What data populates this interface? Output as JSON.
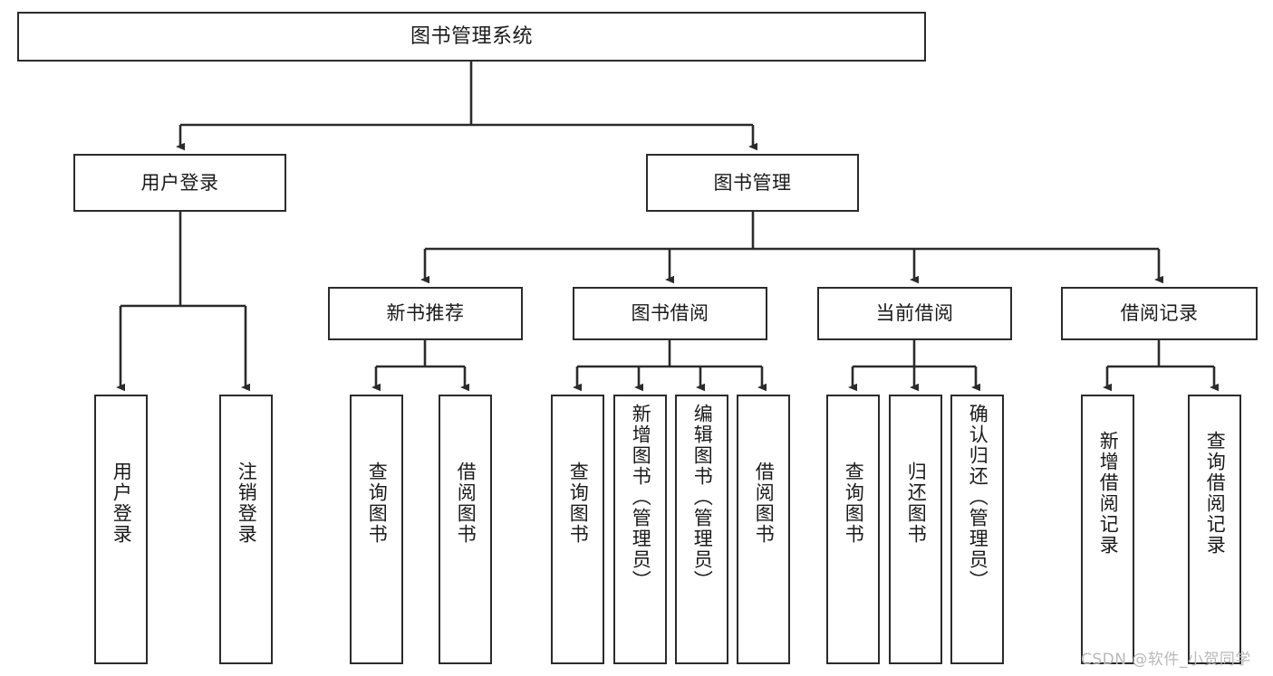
{
  "diagram": {
    "title": "图书管理系统",
    "type": "tree-hierarchy-chart",
    "watermark": "CSDN @软件_小贺同学",
    "line_color": "#2b2b2b",
    "box_fill": "#ffffff",
    "text_color": "#1a1a1a",
    "watermark_color": "#b9b9b9"
  },
  "nodes": {
    "root": {
      "label": "图书管理系统"
    },
    "level2": [
      {
        "label": "用户登录"
      },
      {
        "label": "图书管理"
      }
    ],
    "level3": [
      {
        "label": "新书推荐"
      },
      {
        "label": "图书借阅"
      },
      {
        "label": "当前借阅"
      },
      {
        "label": "借阅记录"
      }
    ],
    "leaves": [
      {
        "label": "用户登录"
      },
      {
        "label": "注销登录"
      },
      {
        "label": "查询图书"
      },
      {
        "label": "借阅图书"
      },
      {
        "label": "查询图书"
      },
      {
        "label": "新增图书（管理员）"
      },
      {
        "label": "编辑图书（管理员）"
      },
      {
        "label": "借阅图书"
      },
      {
        "label": "查询图书"
      },
      {
        "label": "归还图书"
      },
      {
        "label": "确认归还（管理员）"
      },
      {
        "label": "新增借阅记录"
      },
      {
        "label": "查询借阅记录"
      }
    ]
  }
}
